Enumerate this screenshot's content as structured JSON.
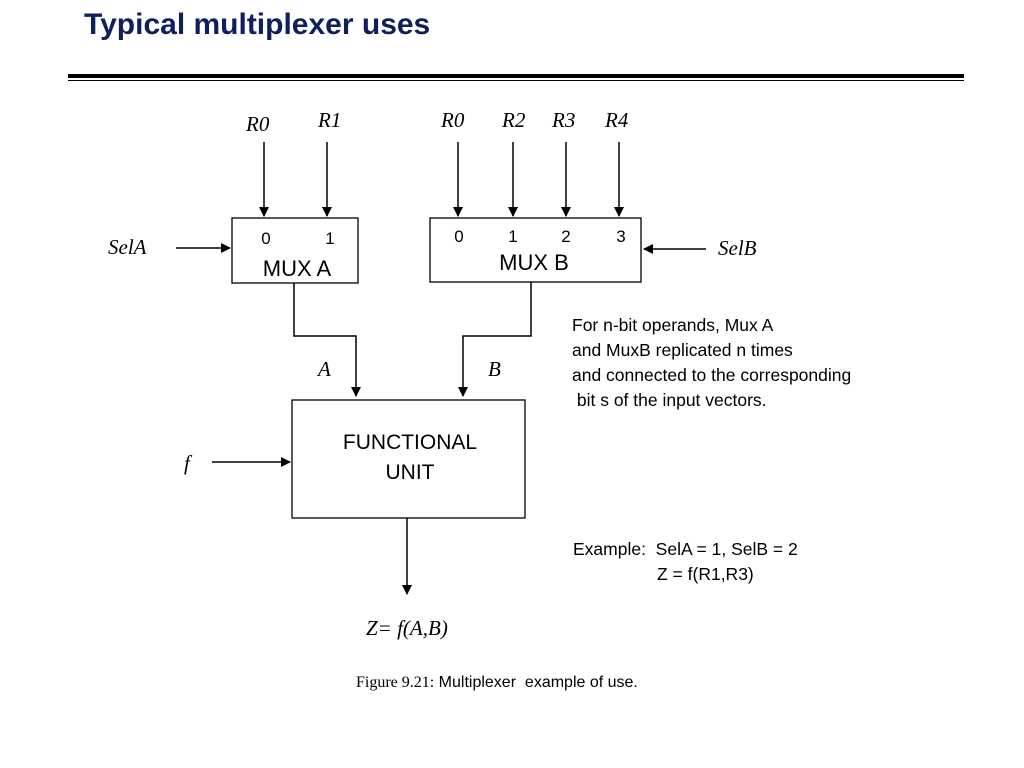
{
  "slide": {
    "title": "Typical multiplexer uses"
  },
  "diagram": {
    "mux_a": {
      "inputs": [
        "R0",
        "R1"
      ],
      "ports": [
        "0",
        "1"
      ],
      "label": "MUX A",
      "select": "SelA",
      "output": "A"
    },
    "mux_b": {
      "inputs": [
        "R0",
        "R2",
        "R3",
        "R4"
      ],
      "ports": [
        "0",
        "1",
        "2",
        "3"
      ],
      "label": "MUX B",
      "select": "SelB",
      "output": "B"
    },
    "functional_unit": {
      "label_line1": "FUNCTIONAL",
      "label_line2": "UNIT",
      "function_input": "f",
      "output": "Z= f(A,B)"
    },
    "caption_number": "Figure 9.21:",
    "caption_text": " Multiplexer  example of use."
  },
  "notes": {
    "operands": [
      "For n-bit operands, Mux A",
      "and MuxB replicated n times",
      "and connected to the corresponding",
      " bit s of the input vectors."
    ],
    "example_line1": "Example:  SelA = 1, SelB = 2",
    "example_line2": "Z = f(R1,R3)"
  }
}
